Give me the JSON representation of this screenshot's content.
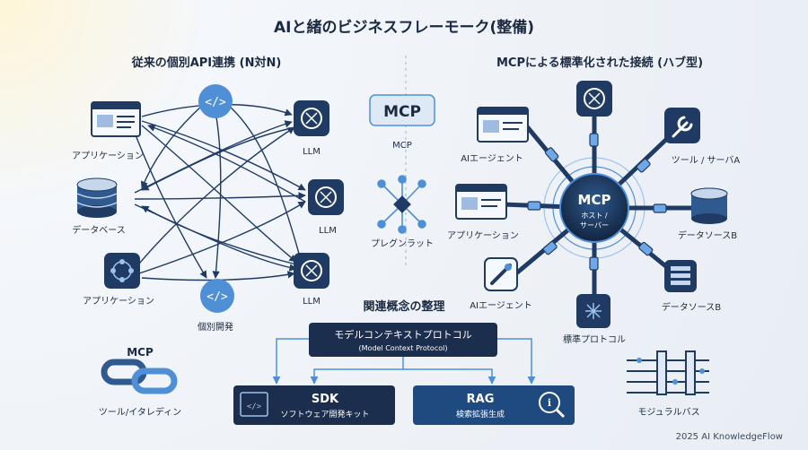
{
  "title": "AIと緒のビジネスフレーモーク(整備)",
  "left": {
    "heading": "従来の個別API連携 (N対N)",
    "nodes": {
      "app1": "アプリケーション",
      "db": "データベース",
      "app2": "アプリケーション",
      "dev": "個別開発",
      "llm1": "LLM",
      "llm2": "LLM",
      "llm3": "LLM"
    }
  },
  "middle": {
    "mcp_badge": "MCP",
    "mcp_label": "MCP",
    "plugin_label": "プレグンラット"
  },
  "right": {
    "heading": "MCPによる標準化された接続 (ハブ型)",
    "hub_title": "MCP",
    "hub_sub1": "ホスト /",
    "hub_sub2": "サーバー",
    "spokes": {
      "agent1": "AIエージェント",
      "app": "アプリケーション",
      "agent2": "AIエージェント",
      "tool": "ツール / サーバA",
      "dsb1": "データソースB",
      "dsb2": "データソースB",
      "protocol": "標準プロトコル"
    }
  },
  "concepts": {
    "heading": "関連概念の整理",
    "root_title": "モデルコンテキストプロトコル",
    "root_sub": "(Model Context Protocol)",
    "sdk_title": "SDK",
    "sdk_sub": "ソフトウェア開発キット",
    "rag_title": "RAG",
    "rag_sub": "検索拡張生成"
  },
  "bottom_left": {
    "mcp": "MCP",
    "label": "ツール/イタレディン"
  },
  "bottom_right": {
    "label": "モジュラルバス"
  },
  "footer": "2025 AI KnowledgeFlow",
  "colors": {
    "navy": "#1f3b63",
    "dark": "#1b2a41",
    "accent": "#4f8fd6",
    "light": "#dfe9f6"
  }
}
